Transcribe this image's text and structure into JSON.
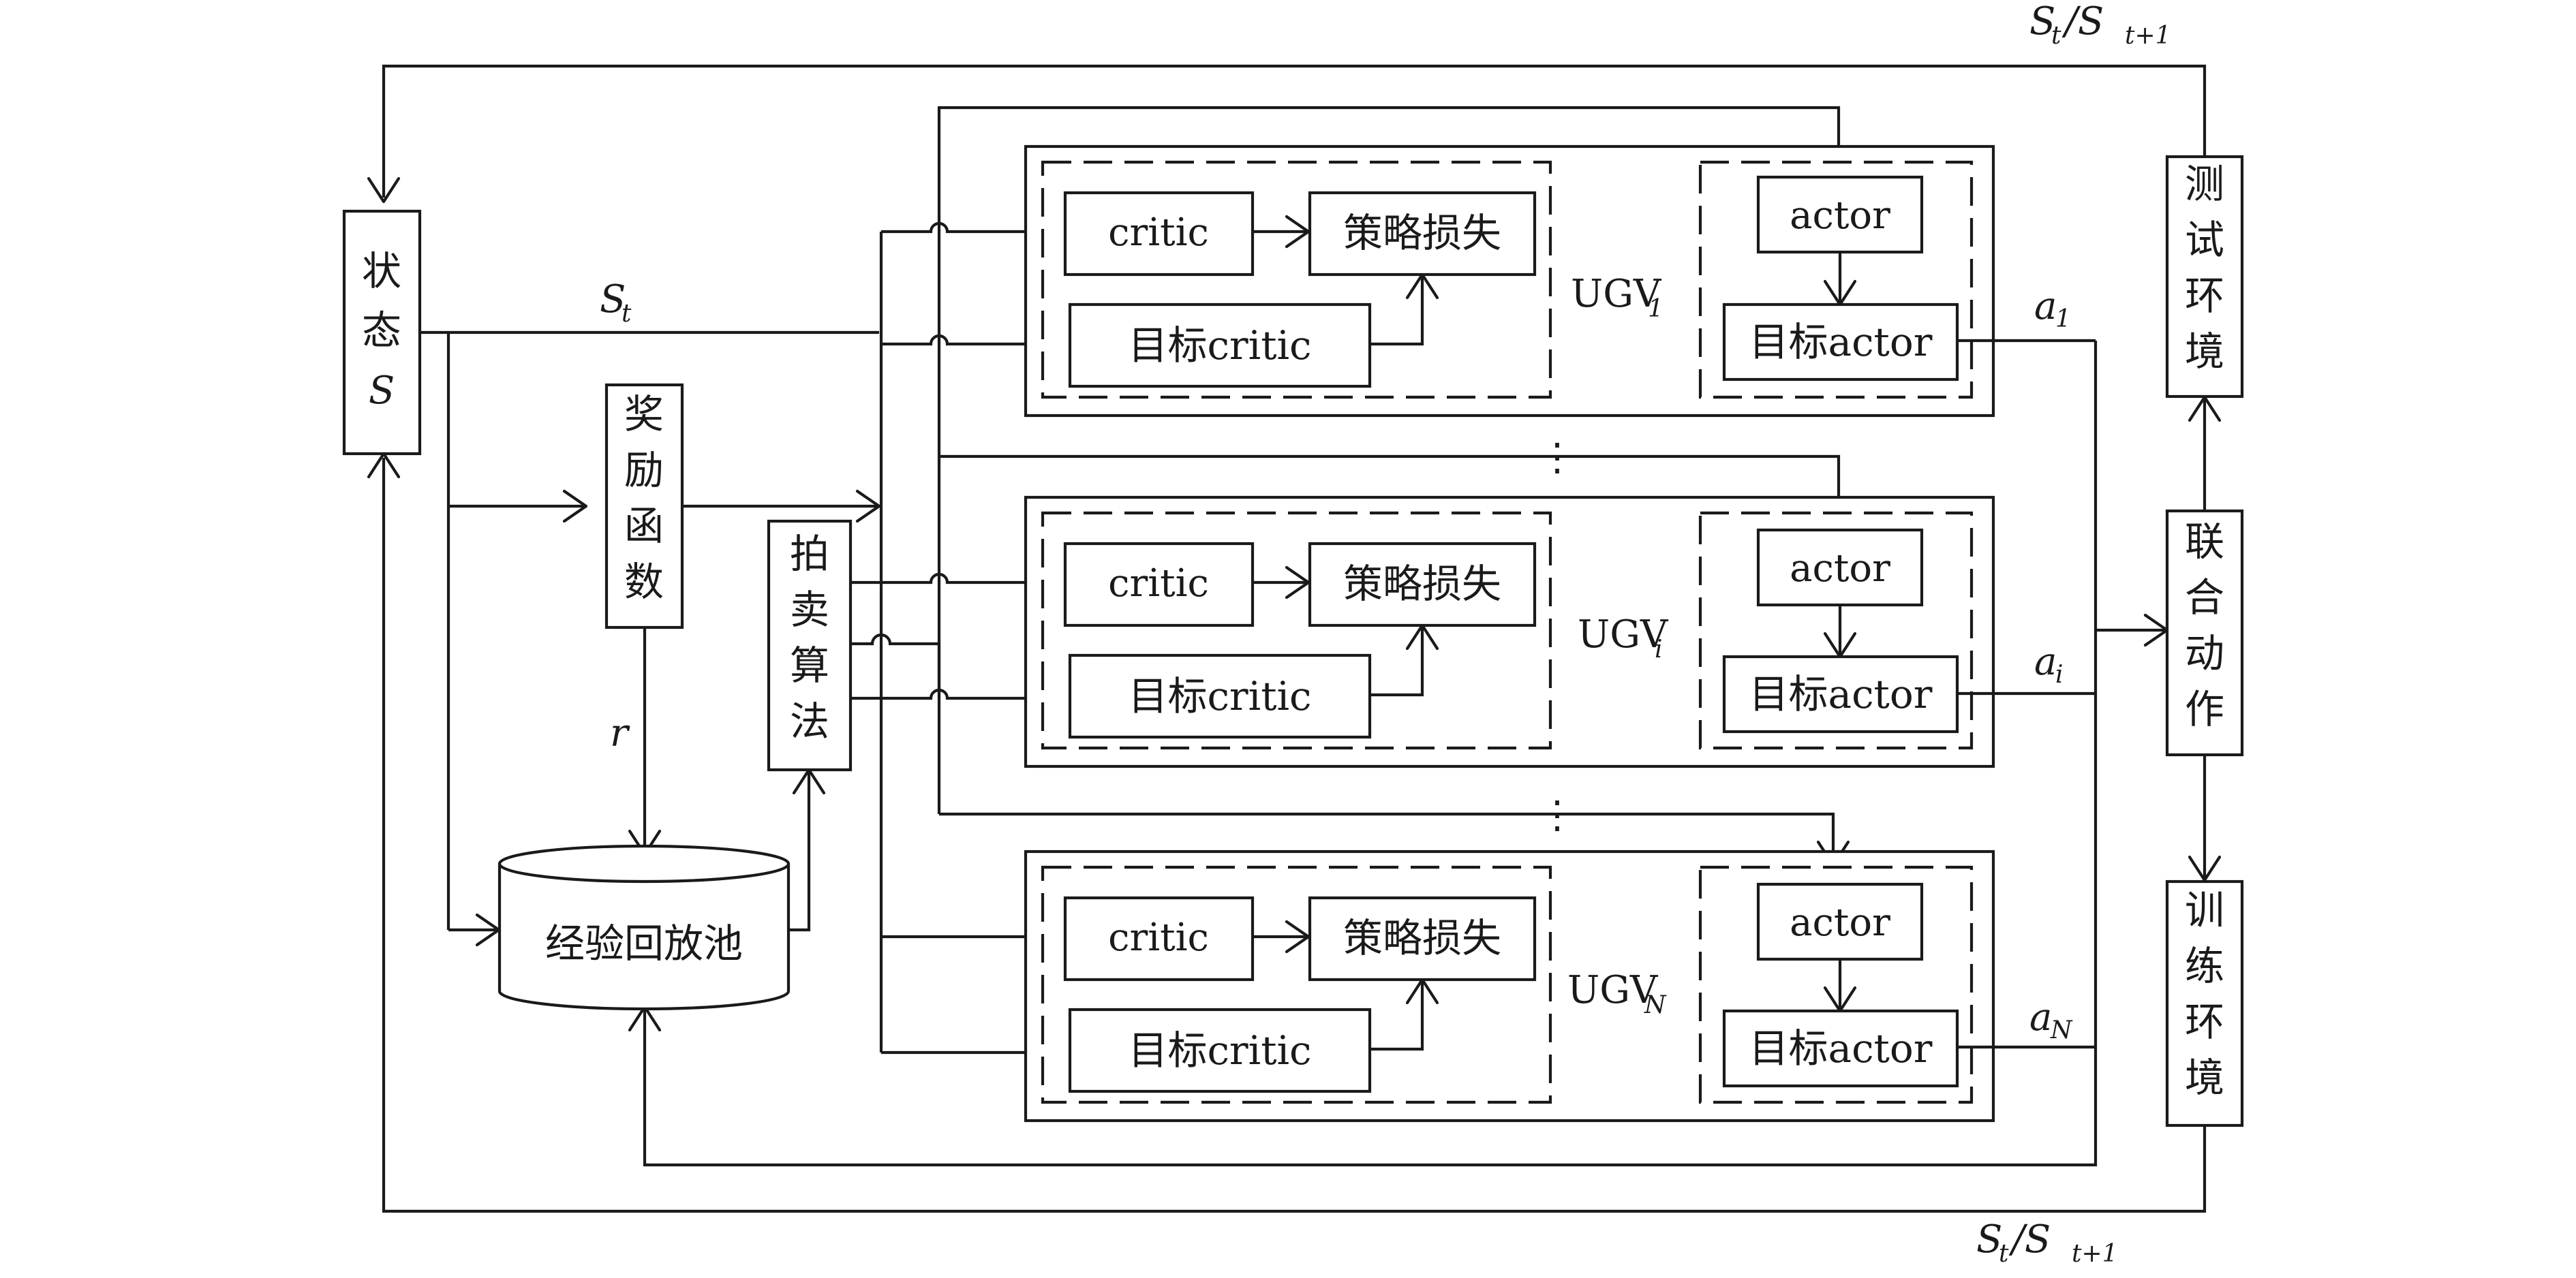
{
  "state_box": {
    "line1": "状",
    "line2": "态",
    "line3": "S"
  },
  "reward_box": {
    "chars": [
      "奖",
      "励",
      "函",
      "数"
    ]
  },
  "auction_box": {
    "chars": [
      "拍",
      "卖",
      "算",
      "法"
    ]
  },
  "replay_pool": {
    "label": "经验回放池"
  },
  "test_env": {
    "chars": [
      "测",
      "试",
      "环",
      "境"
    ]
  },
  "joint_action": {
    "chars": [
      "联",
      "合",
      "动",
      "作"
    ]
  },
  "train_env": {
    "chars": [
      "训",
      "练",
      "环",
      "境"
    ]
  },
  "labels": {
    "s_t_main": "S",
    "s_t_main_sub": "t",
    "r_label": "r",
    "top_feedback": "S",
    "top_feedback_sub1": "t",
    "top_feedback_slash": "/S",
    "top_feedback_sub2": "t+1",
    "bottom_feedback": "S",
    "bottom_feedback_sub1": "t",
    "bottom_feedback_slash": "/S",
    "bottom_feedback_sub2": "t+1",
    "vdots": "⋮"
  },
  "ugvs": [
    {
      "name": "UGV",
      "sub": "1",
      "action": "a",
      "action_sub": "1",
      "critic": "critic",
      "policy_loss": "策略损失",
      "target_critic": "目标critic",
      "actor": "actor",
      "target_actor": "目标actor"
    },
    {
      "name": "UGV",
      "sub": "i",
      "action": "a",
      "action_sub": "i",
      "critic": "critic",
      "policy_loss": "策略损失",
      "target_critic": "目标critic",
      "actor": "actor",
      "target_actor": "目标actor"
    },
    {
      "name": "UGV",
      "sub": "N",
      "action": "a",
      "action_sub": "N",
      "critic": "critic",
      "policy_loss": "策略损失",
      "target_critic": "目标critic",
      "actor": "actor",
      "target_actor": "目标actor"
    }
  ]
}
